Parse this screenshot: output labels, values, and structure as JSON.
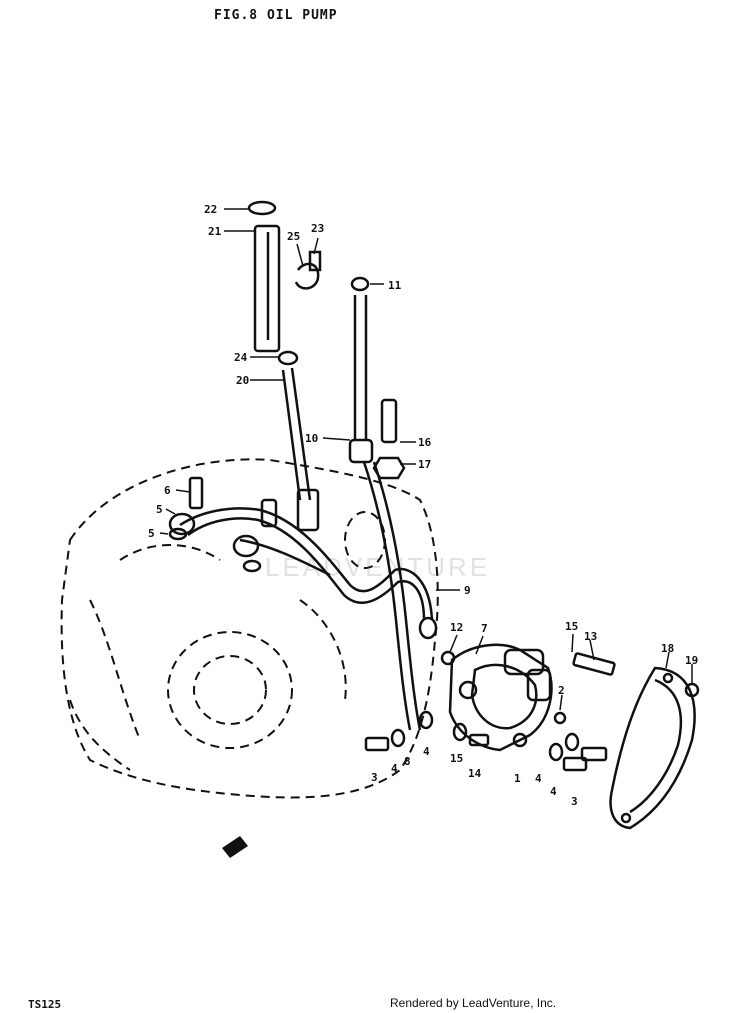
{
  "title": "FIG.8  OIL PUMP",
  "model_code": "TS125",
  "footer": "Rendered by LeadVenture, Inc.",
  "watermark": "LEADVENTURE",
  "callouts": [
    "1",
    "2",
    "3",
    "4",
    "5",
    "6",
    "7",
    "8",
    "9",
    "10",
    "11",
    "12",
    "13",
    "14",
    "15",
    "16",
    "17",
    "18",
    "19",
    "20",
    "21",
    "22",
    "23",
    "24",
    "25"
  ],
  "ink_color": "#111111"
}
